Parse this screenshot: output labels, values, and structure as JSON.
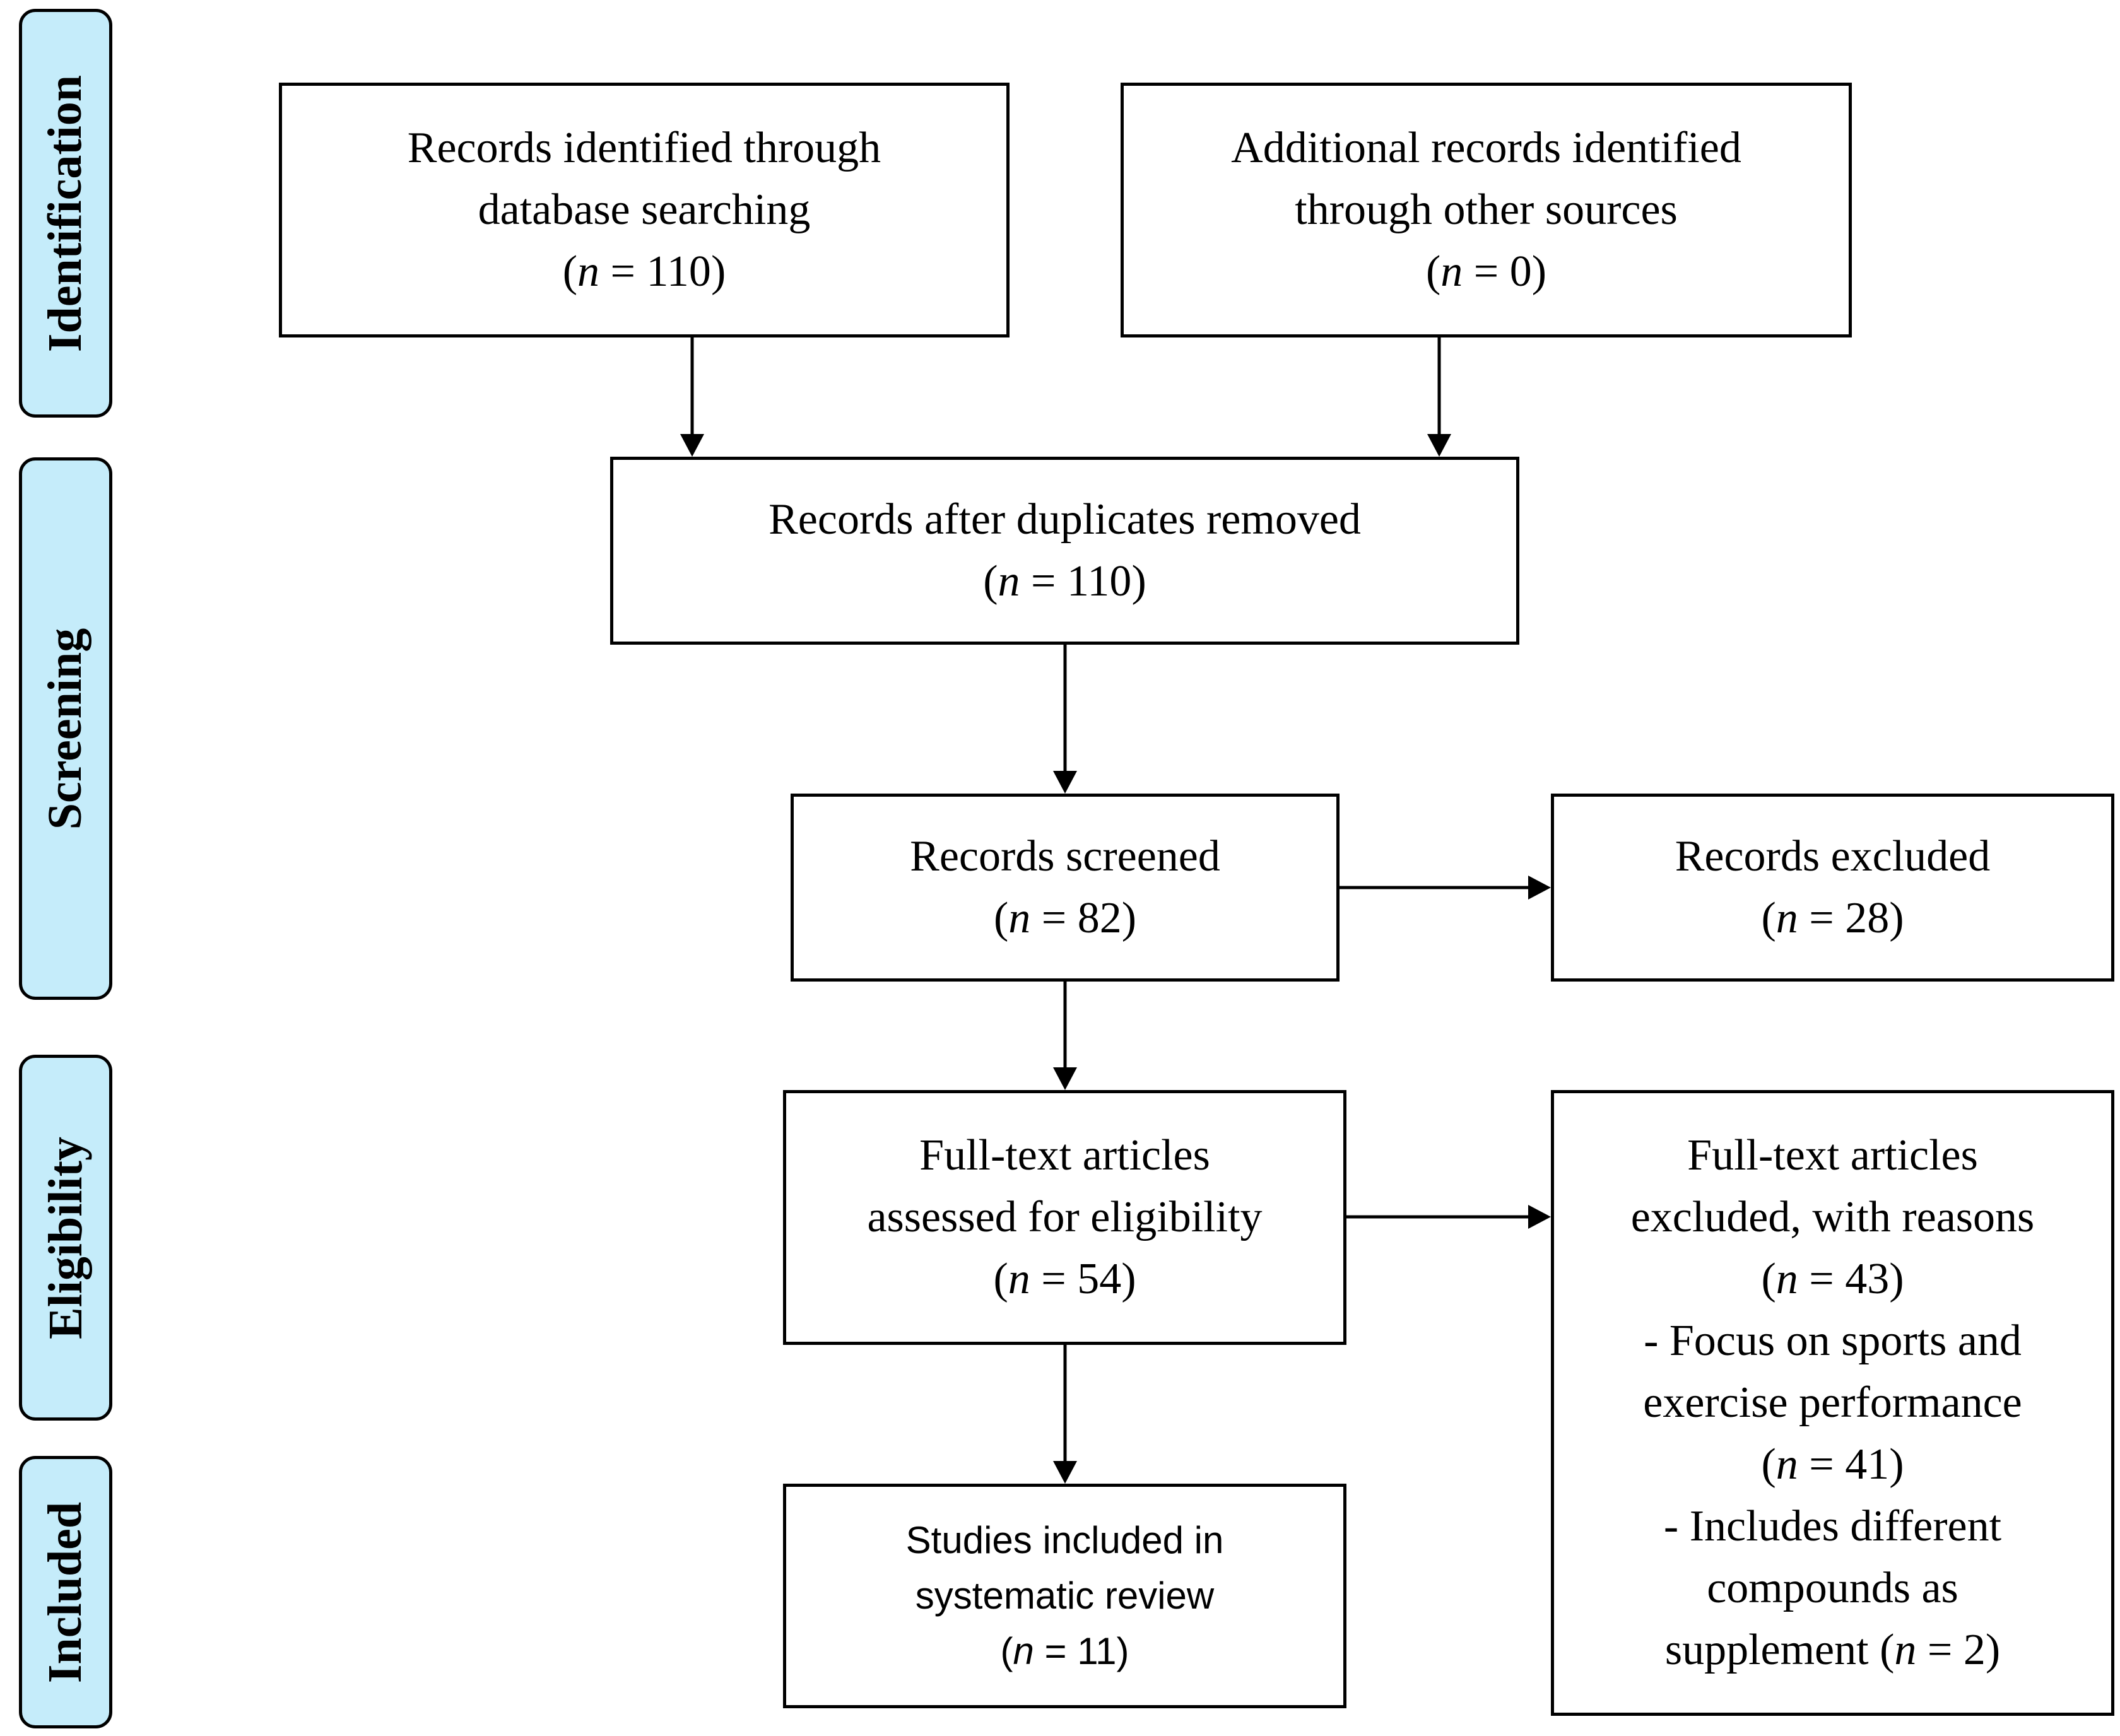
{
  "stages": {
    "identification": "Identification",
    "screening": "Screening",
    "eligibility": "Eligibility",
    "included": "Included"
  },
  "boxes": {
    "database": {
      "line1": "Records identified through",
      "line2": "database searching",
      "count": "110"
    },
    "other": {
      "line1": "Additional records identified",
      "line2": "through other sources",
      "count": "0"
    },
    "deduplicated": {
      "line1": "Records after duplicates removed",
      "count": "110"
    },
    "screened": {
      "line1": "Records screened",
      "count": "82"
    },
    "excluded": {
      "line1": "Records excluded",
      "count": "28"
    },
    "fulltext": {
      "line1": "Full-text articles",
      "line2": "assessed for eligibility",
      "count": "54"
    },
    "fulltext_excluded": {
      "line1": "Full-text articles",
      "line2": "excluded, with reasons",
      "count": "43",
      "reason1_line1": "- Focus on sports and",
      "reason1_line2": "exercise performance",
      "reason1_count": "41",
      "reason2_line1": "- Includes different",
      "reason2_line2": "compounds as",
      "reason2_line3": "supplement",
      "reason2_count": "2"
    },
    "included": {
      "line1": "Studies included in",
      "line2": "systematic review",
      "count": "11"
    }
  },
  "labels": {
    "n_symbol": "n",
    "equals": " = "
  }
}
